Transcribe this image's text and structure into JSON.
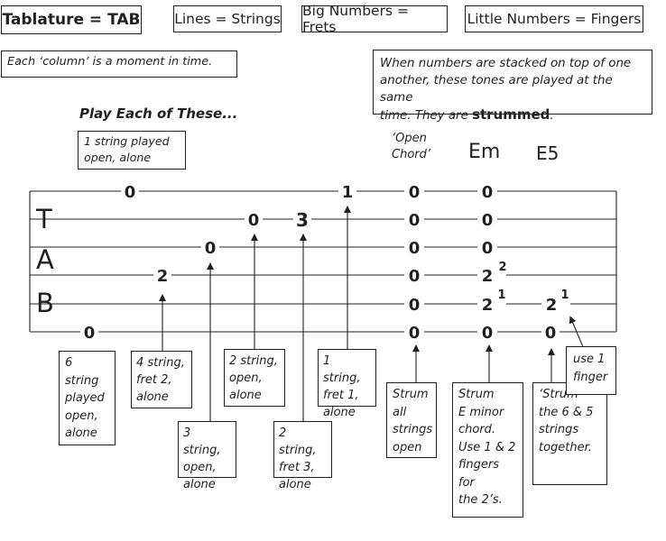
{
  "header": {
    "title": "Tablature = TAB",
    "lines": "Lines = Strings",
    "big": "Big Numbers = Frets",
    "little": "Little Numbers = Fingers"
  },
  "notes": {
    "column": "Each ‘column’ is a moment in time.",
    "stacked_1": "When numbers are stacked on top of one",
    "stacked_2": "another, these tones are played at the same",
    "stacked_3a": "time. They are ",
    "stacked_3b": "strummed",
    "stacked_3c": "."
  },
  "play_heading": "Play Each of These...",
  "top_callout": [
    "1 string played",
    "open, alone"
  ],
  "chord_labels": {
    "open_1": "‘Open",
    "open_2": "Chord’",
    "em": "Em",
    "e5": "E5"
  },
  "tab_letters": [
    "T",
    "A",
    "B"
  ],
  "frets": {
    "s1_open": "0",
    "s2_open": "0",
    "s3_open": "0",
    "s4_fret": "2",
    "s5_open": "0",
    "s6_open": "0",
    "s2_f3": "3",
    "s1_f1": "1",
    "open_chord": [
      "0",
      "0",
      "0",
      "0",
      "0",
      "0"
    ],
    "em": [
      "0",
      "0",
      "0",
      "2",
      "2",
      "0"
    ],
    "em_fingers": [
      "2",
      "1"
    ],
    "e5": [
      "2",
      "0"
    ],
    "e5_finger": "1"
  },
  "callouts": {
    "c6": [
      "6",
      "string",
      "played",
      "open,",
      "alone"
    ],
    "c4": [
      "4 string,",
      "fret 2,",
      "alone"
    ],
    "c3": [
      "3 string,",
      "open,",
      "alone"
    ],
    "c2o": [
      "2 string,",
      "open,",
      "alone"
    ],
    "c2f": [
      "2 string,",
      "fret 3,",
      "alone"
    ],
    "c1f": [
      "1 string,",
      "fret 1,",
      "alone"
    ],
    "strum": [
      "Strum",
      "all",
      "strings",
      "open"
    ],
    "em": [
      "Strum",
      "E minor",
      "chord.",
      "Use 1 & 2",
      "fingers",
      "for",
      "the 2’s."
    ],
    "e5": [
      "‘Strum’",
      "the 6 & 5",
      "strings",
      "together."
    ],
    "finger": [
      "use 1",
      "finger"
    ]
  }
}
